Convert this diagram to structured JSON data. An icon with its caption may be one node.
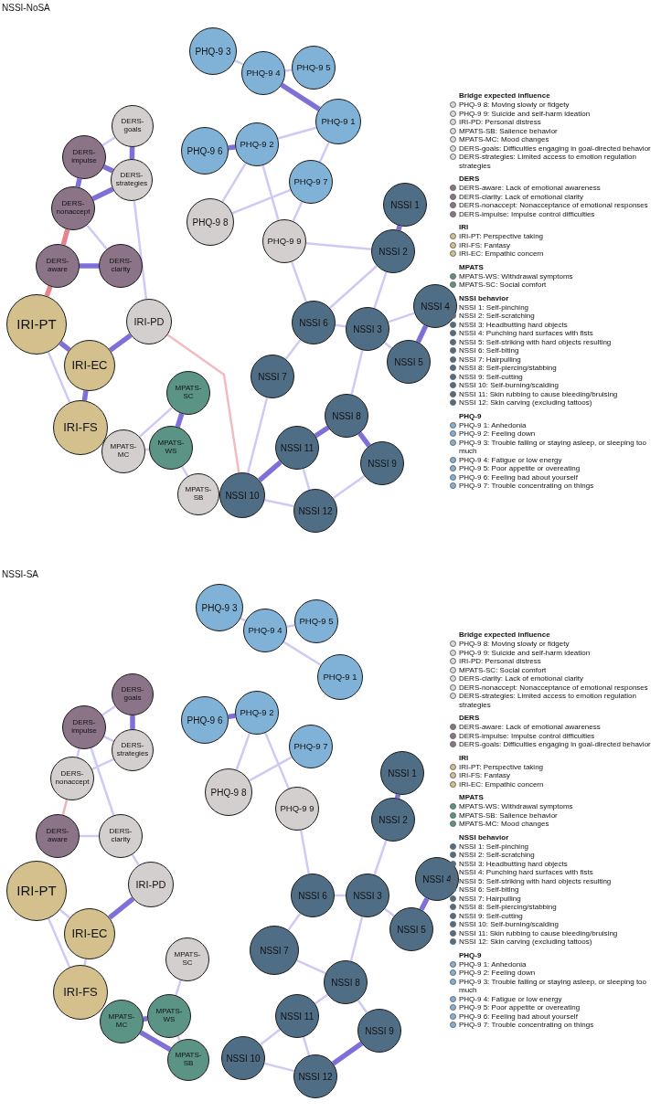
{
  "diagram": {
    "nodes": [
      {
        "text": [
          "PHQ-9 3"
        ]
      },
      {
        "text": [
          "PHQ-9 4"
        ]
      },
      {
        "text": [
          "PHQ-9 5"
        ]
      },
      {
        "text": [
          "PHQ-9 1"
        ]
      },
      {
        "text": [
          "PHQ-9 6"
        ]
      },
      {
        "text": [
          "PHQ-9 2"
        ]
      },
      {
        "text": [
          "PHQ-9 7"
        ]
      },
      {
        "text": [
          "PHQ-9 8"
        ]
      },
      {
        "text": [
          "PHQ-9 9"
        ]
      },
      {
        "text": [
          "DERS-goals"
        ]
      },
      {
        "text": [
          "DERS-impulse"
        ]
      },
      {
        "text": [
          "DERS-strategies"
        ]
      },
      {
        "text": [
          "DERS-nonaccept"
        ]
      },
      {
        "text": [
          "DERS-aware"
        ]
      },
      {
        "text": [
          "DERS-clarity"
        ]
      },
      {
        "text": [
          "IRI-PD"
        ]
      },
      {
        "text": [
          "IRI-PT"
        ]
      },
      {
        "text": [
          "IRI-EC"
        ]
      },
      {
        "text": [
          "IRI-FS"
        ]
      },
      {
        "text": [
          "MPATS-SC"
        ]
      },
      {
        "text": [
          "MPATS-WS"
        ]
      },
      {
        "text": [
          "MPATS-MC"
        ]
      },
      {
        "text": [
          "MPATS-SB"
        ]
      },
      {
        "text": [
          "NSSI 1"
        ]
      },
      {
        "text": [
          "NSSI 2"
        ]
      },
      {
        "text": [
          "NSSI 4"
        ]
      },
      {
        "text": [
          "NSSI 3"
        ]
      },
      {
        "text": [
          "NSSI 5"
        ]
      },
      {
        "text": [
          "NSSI 6"
        ]
      },
      {
        "text": [
          "NSSI 7"
        ]
      },
      {
        "text": [
          "NSSI 8"
        ]
      },
      {
        "text": [
          "NSSI 11"
        ]
      },
      {
        "text": [
          "NSSI 9"
        ]
      },
      {
        "text": [
          "NSSI 10"
        ]
      },
      {
        "text": [
          "NSSI 12"
        ]
      },
      {
        "text": [
          "PHQ-9 3"
        ]
      },
      {
        "text": [
          "PHQ-9 4"
        ]
      },
      {
        "text": [
          "PHQ-9 5"
        ]
      },
      {
        "text": [
          "PHQ-9 1"
        ]
      },
      {
        "text": [
          "PHQ-9 6"
        ]
      },
      {
        "text": [
          "PHQ-9 2"
        ]
      },
      {
        "text": [
          "PHQ-9 7"
        ]
      },
      {
        "text": [
          "PHQ-9 8"
        ]
      },
      {
        "text": [
          "PHQ-9 9"
        ]
      },
      {
        "text": [
          "DERS-goals"
        ]
      },
      {
        "text": [
          "DERS-impulse"
        ]
      },
      {
        "text": [
          "DERS-strategies"
        ]
      },
      {
        "text": [
          "DERS-nonaccept"
        ]
      },
      {
        "text": [
          "DERS-aware"
        ]
      },
      {
        "text": [
          "DERS-clarity"
        ]
      },
      {
        "text": [
          "IRI-PD"
        ]
      },
      {
        "text": [
          "IRI-PT"
        ]
      },
      {
        "text": [
          "IRI-EC"
        ]
      },
      {
        "text": [
          "IRI-FS"
        ]
      },
      {
        "text": [
          "MPATS-SC"
        ]
      },
      {
        "text": [
          "MPATS-WS"
        ]
      },
      {
        "text": [
          "MPATS-MC"
        ]
      },
      {
        "text": [
          "MPATS-SB"
        ]
      },
      {
        "text": [
          "NSSI 1"
        ]
      },
      {
        "text": [
          "NSSI 2"
        ]
      },
      {
        "text": [
          "NSSI 4"
        ]
      },
      {
        "text": [
          "NSSI 3"
        ]
      },
      {
        "text": [
          "NSSI 5"
        ]
      },
      {
        "text": [
          "NSSI 6"
        ]
      },
      {
        "text": [
          "NSSI 7"
        ]
      },
      {
        "text": [
          "NSSI 8"
        ]
      },
      {
        "text": [
          "NSSI 11"
        ]
      },
      {
        "text": [
          "NSSI 9"
        ]
      },
      {
        "text": [
          "NSSI 10"
        ]
      },
      {
        "text": [
          "NSSI 12"
        ]
      }
    ],
    "edges": [
      {
        "from": 1,
        "to": 3,
        "arrow": "none",
        "style": "thick"
      },
      {
        "from": 0,
        "to": 1,
        "arrow": "none"
      },
      {
        "from": 1,
        "to": 2,
        "arrow": "none"
      },
      {
        "from": 3,
        "to": 5,
        "arrow": "none"
      },
      {
        "from": 4,
        "to": 5,
        "arrow": "none",
        "style": "thick"
      },
      {
        "from": 5,
        "to": 8,
        "arrow": "none"
      },
      {
        "from": 7,
        "to": 6,
        "arrow": "none"
      },
      {
        "from": 3,
        "to": 6,
        "arrow": "none"
      },
      {
        "from": 6,
        "to": 8,
        "arrow": "none"
      },
      {
        "from": 5,
        "to": 7,
        "arrow": "none"
      },
      {
        "from": 9,
        "to": 11,
        "arrow": "none",
        "style": "thick"
      },
      {
        "from": 10,
        "to": 11,
        "arrow": "none",
        "style": "thick"
      },
      {
        "from": 10,
        "to": 12,
        "arrow": "none",
        "style": "thick"
      },
      {
        "from": 12,
        "to": 11,
        "arrow": "none",
        "style": "thick"
      },
      {
        "from": 13,
        "to": 14,
        "arrow": "none",
        "style": "thick"
      },
      {
        "from": 12,
        "to": 13,
        "arrow": "none",
        "style": "thick",
        "color": "#e8838c"
      },
      {
        "from": 13,
        "to": 16,
        "arrow": "none",
        "style": "thick",
        "color": "#e8838c"
      },
      {
        "from": 9,
        "to": 10,
        "arrow": "none"
      },
      {
        "from": 11,
        "to": 15,
        "arrow": "none"
      },
      {
        "from": 12,
        "to": 14,
        "arrow": "none"
      },
      {
        "from": 16,
        "to": 17,
        "arrow": "none",
        "style": "thick"
      },
      {
        "from": 16,
        "to": 18,
        "arrow": "none"
      },
      {
        "from": 17,
        "to": 18,
        "arrow": "none",
        "style": "thick"
      },
      {
        "from": 17,
        "to": 15,
        "arrow": "none",
        "style": "thick"
      },
      {
        "from": 15,
        "to": 33,
        "arrow": "none",
        "color": "#f0bcc2"
      },
      {
        "from": 19,
        "to": 20,
        "arrow": "none",
        "style": "thick"
      },
      {
        "from": 20,
        "to": 22,
        "arrow": "none"
      },
      {
        "from": 20,
        "to": 21,
        "arrow": "none"
      },
      {
        "from": 19,
        "to": 21,
        "arrow": "none"
      },
      {
        "from": 23,
        "to": 24,
        "arrow": "none",
        "style": "thick"
      },
      {
        "from": 24,
        "to": 26,
        "arrow": "none"
      },
      {
        "from": 24,
        "to": 28,
        "arrow": "none"
      },
      {
        "from": 25,
        "to": 27,
        "arrow": "none",
        "style": "thick"
      },
      {
        "from": 26,
        "to": 27,
        "arrow": "none"
      },
      {
        "from": 26,
        "to": 25,
        "arrow": "none"
      },
      {
        "from": 28,
        "to": 29,
        "arrow": "none"
      },
      {
        "from": 28,
        "to": 26,
        "arrow": "none"
      },
      {
        "from": 29,
        "to": 33,
        "arrow": "none"
      },
      {
        "from": 30,
        "to": 31,
        "arrow": "none",
        "style": "thick"
      },
      {
        "from": 30,
        "to": 32,
        "arrow": "none",
        "style": "thick"
      },
      {
        "from": 31,
        "to": 33,
        "arrow": "none",
        "style": "thick"
      },
      {
        "from": 31,
        "to": 34,
        "arrow": "none"
      },
      {
        "from": 33,
        "to": 34,
        "arrow": "none"
      },
      {
        "from": 32,
        "to": 34,
        "arrow": "none"
      },
      {
        "from": 26,
        "to": 30,
        "arrow": "none"
      },
      {
        "from": 8,
        "to": 24,
        "arrow": "none"
      },
      {
        "from": 8,
        "to": 28,
        "arrow": "none"
      },
      {
        "from": 35,
        "to": 36,
        "arrow": "none"
      },
      {
        "from": 36,
        "to": 37,
        "arrow": "none"
      },
      {
        "from": 36,
        "to": 38,
        "arrow": "none"
      },
      {
        "from": 39,
        "to": 40,
        "arrow": "none",
        "style": "thick"
      },
      {
        "from": 40,
        "to": 43,
        "arrow": "none"
      },
      {
        "from": 42,
        "to": 41,
        "arrow": "none"
      },
      {
        "from": 40,
        "to": 42,
        "arrow": "none"
      },
      {
        "from": 44,
        "to": 46,
        "arrow": "none",
        "style": "thick"
      },
      {
        "from": 44,
        "to": 45,
        "arrow": "none"
      },
      {
        "from": 45,
        "to": 46,
        "arrow": "none"
      },
      {
        "from": 45,
        "to": 47,
        "arrow": "none"
      },
      {
        "from": 47,
        "to": 46,
        "arrow": "none"
      },
      {
        "from": 47,
        "to": 48,
        "arrow": "none",
        "color": "#f0b0b8"
      },
      {
        "from": 48,
        "to": 49,
        "arrow": "none"
      },
      {
        "from": 45,
        "to": 49,
        "arrow": "none"
      },
      {
        "from": 51,
        "to": 52,
        "arrow": "none"
      },
      {
        "from": 52,
        "to": 53,
        "arrow": "none"
      },
      {
        "from": 51,
        "to": 53,
        "arrow": "none"
      },
      {
        "from": 52,
        "to": 50,
        "arrow": "none",
        "style": "thick"
      },
      {
        "from": 50,
        "to": 49,
        "arrow": "none"
      },
      {
        "from": 54,
        "to": 55,
        "arrow": "none"
      },
      {
        "from": 55,
        "to": 56,
        "arrow": "none",
        "style": "thick"
      },
      {
        "from": 56,
        "to": 57,
        "arrow": "none",
        "style": "thick"
      },
      {
        "from": 55,
        "to": 57,
        "arrow": "none"
      },
      {
        "from": 58,
        "to": 59,
        "arrow": "none",
        "style": "thick"
      },
      {
        "from": 60,
        "to": 62,
        "arrow": "none",
        "style": "thick"
      },
      {
        "from": 59,
        "to": 61,
        "arrow": "none"
      },
      {
        "from": 61,
        "to": 62,
        "arrow": "none"
      },
      {
        "from": 63,
        "to": 61,
        "arrow": "none"
      },
      {
        "from": 63,
        "to": 64,
        "arrow": "none"
      },
      {
        "from": 64,
        "to": 65,
        "arrow": "none"
      },
      {
        "from": 65,
        "to": 66,
        "arrow": "none"
      },
      {
        "from": 65,
        "to": 67,
        "arrow": "none"
      },
      {
        "from": 67,
        "to": 69,
        "arrow": "none",
        "style": "thick"
      },
      {
        "from": 68,
        "to": 66,
        "arrow": "none"
      },
      {
        "from": 68,
        "to": 69,
        "arrow": "none"
      },
      {
        "from": 66,
        "to": 69,
        "arrow": "none"
      },
      {
        "from": 61,
        "to": 65,
        "arrow": "none"
      },
      {
        "from": 43,
        "to": 63,
        "arrow": "none"
      }
    ],
    "labels": [
      "NSSI-NoSA",
      "Bridge expected influence",
      "DERS",
      "IRI",
      "MPATS",
      "NSSI behavior",
      "PHQ-9",
      "NSSI-SA",
      "Bridge expected influence",
      "DERS",
      "IRI",
      "MPATS",
      "NSSI behavior",
      "PHQ-9"
    ],
    "legend": [
      {
        "text": "PHQ-9 8: Moving slowly or fidgety",
        "color": "#dcdada"
      },
      {
        "text": "PHQ-9 9: Suicide and self-harm ideation",
        "color": "#dcdada"
      },
      {
        "text": "IRI-PD: Personal distress",
        "color": "#dcdada"
      },
      {
        "text": "MPATS-SB: Salience behavior",
        "color": "#dcdada"
      },
      {
        "text": "MPATS-MC: Mood changes",
        "color": "#dcdada"
      },
      {
        "text": "DERS-goals: Difficulties engaging in goal-directed behavior",
        "color": "#dcdada"
      },
      {
        "text": "DERS-strategies: Limited access to emotion regulation strategies",
        "color": "#dcdada"
      },
      {
        "text": "DERS-aware: Lack of emotional awareness",
        "color": "#8b7388"
      },
      {
        "text": "DERS-clarity: Lack of emotional clarity",
        "color": "#8b7388"
      },
      {
        "text": "DERS-nonaccept: Nonacceptance of emotional responses",
        "color": "#8b7388"
      },
      {
        "text": "DERS-impulse: Impulse control difficulties",
        "color": "#8b7388"
      },
      {
        "text": "IRI-PT: Perspective taking",
        "color": "#d3c08d"
      },
      {
        "text": "IRI-FS: Fantasy",
        "color": "#d3c08d"
      },
      {
        "text": "IRI-EC: Empathic concern",
        "color": "#d3c08d"
      },
      {
        "text": "MPATS-WS: Withdrawal symptoms",
        "color": "#5b9385"
      },
      {
        "text": "MPATS-SC: Social comfort",
        "color": "#5b9385"
      },
      {
        "text": "NSSI 1: Self-pinching",
        "color": "#4f6e86"
      },
      {
        "text": "NSSI 2: Self-scratching",
        "color": "#4f6e86"
      },
      {
        "text": "NSSI 3: Headbutting hard objects",
        "color": "#4f6e86"
      },
      {
        "text": "NSSI 4: Punching hard surfaces with fists",
        "color": "#4f6e86"
      },
      {
        "text": "NSSI 5: Self-striking with hard objects resulting",
        "color": "#4f6e86"
      },
      {
        "text": "NSSI 6: Self-biting",
        "color": "#4f6e86"
      },
      {
        "text": "NSSI 7: Hairpulling",
        "color": "#4f6e86"
      },
      {
        "text": "NSSI 8: Self-piercing/stabbing",
        "color": "#4f6e86"
      },
      {
        "text": "NSSI 9: Self-cutting",
        "color": "#4f6e86"
      },
      {
        "text": "NSSI 10: Self-burning/scalding",
        "color": "#4f6e86"
      },
      {
        "text": "NSSI 11: Skin rubbing to cause bleeding/bruising",
        "color": "#4f6e86"
      },
      {
        "text": "NSSI 12: Skin carving (excluding tattoos)",
        "color": "#4f6e86"
      },
      {
        "text": "PHQ-9 1: Anhedonia",
        "color": "#7fb2d6"
      },
      {
        "text": "PHQ-9 2: Feeling down",
        "color": "#7fb2d6"
      },
      {
        "text": "PHQ-9 3: Trouble falling or staying asleep, or sleeping too much",
        "color": "#7fb2d6"
      },
      {
        "text": "PHQ-9 4: Fatigue or low energy",
        "color": "#7fb2d6"
      },
      {
        "text": "PHQ-9 5: Poor appetite or overeating",
        "color": "#7fb2d6"
      },
      {
        "text": "PHQ-9 6: Feeling bad about yourself",
        "color": "#7fb2d6"
      },
      {
        "text": "PHQ-9 7: Trouble concentrating on things",
        "color": "#7fb2d6"
      },
      {
        "text": "PHQ-9 8: Moving slowly or fidgety",
        "color": "#dcdada"
      },
      {
        "text": "PHQ-9 9: Suicide and self-harm ideation",
        "color": "#dcdada"
      },
      {
        "text": "IRI-PD: Personal distress",
        "color": "#dcdada"
      },
      {
        "text": "MPATS-SC: Social comfort",
        "color": "#dcdada"
      },
      {
        "text": "DERS-clarity: Lack of emotional clarity",
        "color": "#dcdada"
      },
      {
        "text": "DERS-nonaccept: Nonacceptance of emotional responses",
        "color": "#dcdada"
      },
      {
        "text": "DERS-strategies: Limited access to emotion regulation strategies",
        "color": "#dcdada"
      },
      {
        "text": "DERS-aware: Lack of emotional awareness",
        "color": "#8b7388"
      },
      {
        "text": "DERS-impulse: Impulse control difficulties",
        "color": "#8b7388"
      },
      {
        "text": "DERS-goals: Difficulties engaging in goal-directed behavior",
        "color": "#8b7388"
      },
      {
        "text": "IRI-PT: Perspective taking",
        "color": "#d3c08d"
      },
      {
        "text": "IRI-FS: Fantasy",
        "color": "#d3c08d"
      },
      {
        "text": "IRI-EC: Empathic concern",
        "color": "#d3c08d"
      },
      {
        "text": "MPATS-WS: Withdrawal symptoms",
        "color": "#5b9385"
      },
      {
        "text": "MPATS-SB: Salience behavior",
        "color": "#5b9385"
      },
      {
        "text": "MPATS-MC: Mood changes",
        "color": "#5b9385"
      },
      {
        "text": "NSSI 1: Self-pinching",
        "color": "#4f6e86"
      },
      {
        "text": "NSSI 2: Self-scratching",
        "color": "#4f6e86"
      },
      {
        "text": "NSSI 3: Headbutting hard objects",
        "color": "#4f6e86"
      },
      {
        "text": "NSSI 4: Punching hard surfaces with fists",
        "color": "#4f6e86"
      },
      {
        "text": "NSSI 5: Self-striking with hard objects resulting",
        "color": "#4f6e86"
      },
      {
        "text": "NSSI 6: Self-biting",
        "color": "#4f6e86"
      },
      {
        "text": "NSSI 7: Hairpulling",
        "color": "#4f6e86"
      },
      {
        "text": "NSSI 8: Self-piercing/stabbing",
        "color": "#4f6e86"
      },
      {
        "text": "NSSI 9: Self-cutting",
        "color": "#4f6e86"
      },
      {
        "text": "NSSI 10: Self-burning/scalding",
        "color": "#4f6e86"
      },
      {
        "text": "NSSI 11: Skin rubbing to cause bleeding/bruising",
        "color": "#4f6e86"
      },
      {
        "text": "NSSI 12: Skin carving (excluding tattoos)",
        "color": "#4f6e86"
      },
      {
        "text": "PHQ-9 1: Anhedonia",
        "color": "#7fb2d6"
      },
      {
        "text": "PHQ-9 2: Feeling down",
        "color": "#7fb2d6"
      },
      {
        "text": "PHQ-9 3: Trouble falling or staying asleep, or sleeping too much",
        "color": "#7fb2d6"
      },
      {
        "text": "PHQ-9 4: Fatigue or low energy",
        "color": "#7fb2d6"
      },
      {
        "text": "PHQ-9 5: Poor appetite or overeating",
        "color": "#7fb2d6"
      },
      {
        "text": "PHQ-9 6: Feeling bad about yourself",
        "color": "#7fb2d6"
      },
      {
        "text": "PHQ-9 7: Trouble concentrating on things",
        "color": "#7fb2d6"
      }
    ]
  }
}
